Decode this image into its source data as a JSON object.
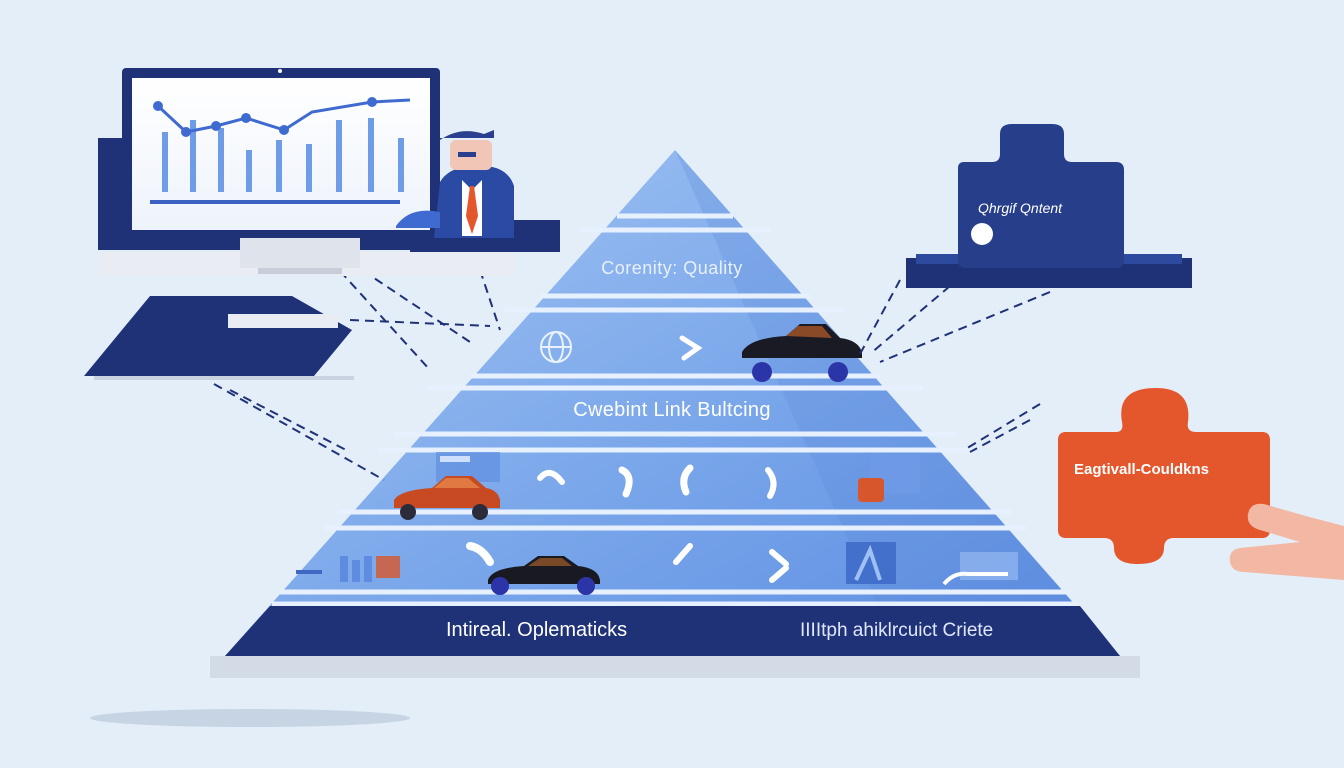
{
  "pyramid": {
    "tiers": [
      {
        "label": ""
      },
      {
        "label": "Corenity: Quality"
      },
      {
        "label": ""
      },
      {
        "label": "Cwebint Link Bultcing"
      },
      {
        "label": ""
      },
      {
        "label": ""
      }
    ],
    "base": {
      "left_label": "Intireal. Oplematicks",
      "right_label": "IIIItph ahiklrcuict Criete"
    }
  },
  "puzzle_pieces": [
    {
      "label": "Qhrgif Qntent",
      "color": "#273f8a"
    },
    {
      "label": "Eagtivall-Couldkns",
      "color": "#e4562b"
    }
  ],
  "colors": {
    "background": "#e4eef8",
    "pyramid_light": "#8fb6ee",
    "pyramid_mid": "#6b9ae4",
    "navy": "#1f3277",
    "accent_orange": "#e4562b"
  }
}
